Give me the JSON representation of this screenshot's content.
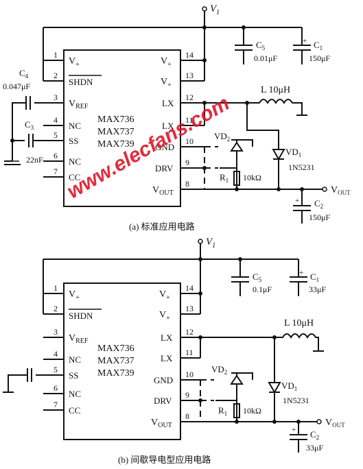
{
  "supply": {
    "label": "V",
    "sub": "1"
  },
  "chip": {
    "names": [
      "MAX736",
      "MAX737",
      "MAX739"
    ]
  },
  "pins": {
    "n1": "1",
    "n2": "2",
    "n3": "3",
    "n4": "4",
    "n5": "5",
    "n6": "6",
    "n7": "7",
    "n8": "8",
    "n9": "9",
    "n10": "10",
    "n11": "11",
    "n12": "12",
    "n13": "13",
    "n14": "14"
  },
  "pin_labels": {
    "vplus": "V",
    "plus": "+",
    "shdn": "SHDN",
    "vref": "V",
    "ref": "REF",
    "nc": "NC",
    "ss": "SS",
    "cc": "CC",
    "lx": "LX",
    "gnd": "GND",
    "drv": "DRV",
    "vout": "V",
    "out": "OUT"
  },
  "circuit_a": {
    "caption": "(a) 标准应用电路",
    "c4_name": "C",
    "c4_sub": "4",
    "c4_value": "0.047μF",
    "c3_name": "C",
    "c3_sub": "3",
    "c3_value": "22nF",
    "c5_name": "C",
    "c5_sub": "5",
    "c5_value": "0.01μF",
    "c1_name": "C",
    "c1_sub": "1",
    "c1_value": "150μF",
    "c2_name": "C",
    "c2_sub": "2",
    "c2_value": "150μF",
    "inductor": "L  10μH",
    "vd2_name": "VD",
    "vd2_sub": "2",
    "vd1_name": "VD",
    "vd1_sub": "1",
    "vd1_value": "1N5231",
    "r1_name": "R",
    "r1_sub": "1",
    "r1_value": "10kΩ",
    "vout": "V",
    "vout_sub": "OUT"
  },
  "circuit_b": {
    "caption": "(b) 间歇导电型应用电路",
    "c5_name": "C",
    "c5_sub": "5",
    "c5_value": "0.1μF",
    "c1_name": "C",
    "c1_sub": "1",
    "c1_value": "33μF",
    "c2_name": "C",
    "c2_sub": "2",
    "c2_value": "33μF",
    "inductor": "L  10μH",
    "vd2_name": "VD",
    "vd2_sub": "2",
    "vd1_name": "VD",
    "vd1_sub": "1",
    "vd1_value": "1N5231",
    "r1_name": "R",
    "r1_sub": "1",
    "r1_value": "10kΩ",
    "vout": "V",
    "vout_sub": "OUT"
  },
  "watermark": "www.elecfans.com"
}
